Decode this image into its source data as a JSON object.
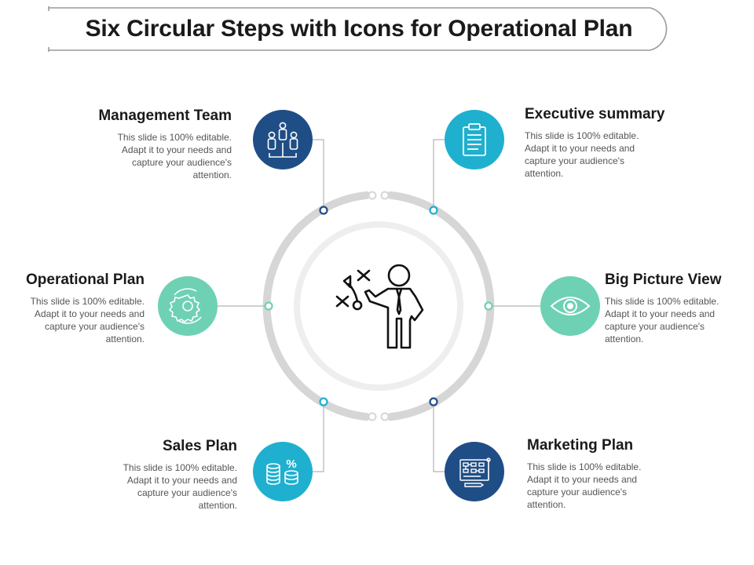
{
  "title": "Six Circular Steps with Icons for Operational Plan",
  "colors": {
    "dark_blue": "#1f4e86",
    "cyan": "#1fb0cf",
    "mint": "#6fd1b4",
    "ring": "#d6d6d6",
    "inner_ring": "#eeeeee"
  },
  "steps": [
    {
      "heading": "Management Team",
      "body": "This slide is 100% editable. Adapt it to your needs and capture your audience's attention.",
      "icon": "team-icon"
    },
    {
      "heading": "Executive summary",
      "body": "This slide is 100% editable. Adapt it to your needs and capture your audience's attention.",
      "icon": "clipboard-icon"
    },
    {
      "heading": "Operational Plan",
      "body": "This slide is 100% editable. Adapt it to your needs and capture your audience's attention.",
      "icon": "gear-cycle-icon"
    },
    {
      "heading": "Big Picture View",
      "body": "This slide is 100% editable. Adapt it to your needs and capture your audience's attention.",
      "icon": "eye-icon"
    },
    {
      "heading": "Sales Plan",
      "body": "This slide is 100% editable. Adapt it to your needs and capture your audience's attention.",
      "icon": "coins-percent-icon"
    },
    {
      "heading": "Marketing Plan",
      "body": "This slide is 100% editable. Adapt it to your needs and capture your audience's attention.",
      "icon": "blueprint-icon"
    }
  ],
  "center_icon": "strategy-person-icon"
}
